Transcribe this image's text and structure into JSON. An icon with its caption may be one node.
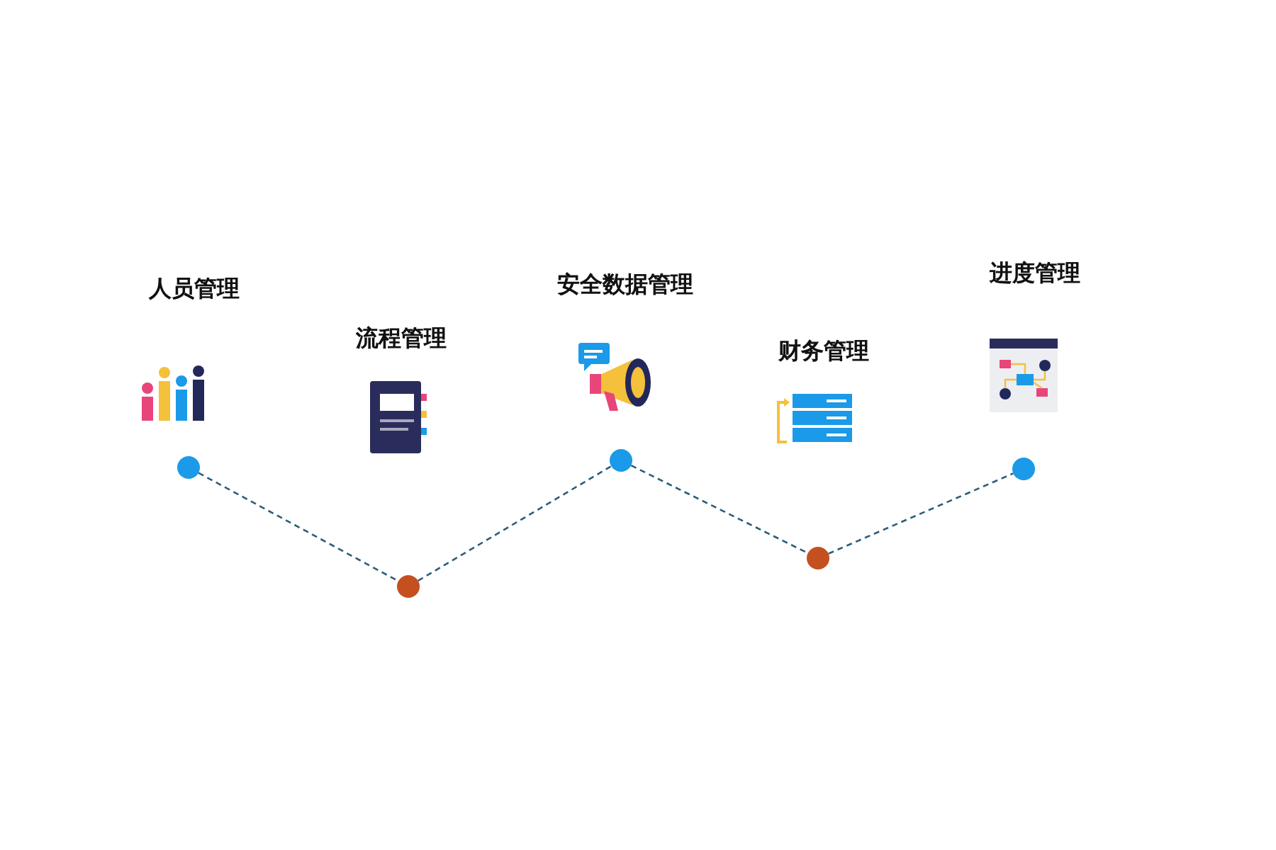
{
  "diagram": {
    "nodes": [
      {
        "text": [],
        "shape": "circle"
      },
      {
        "text": [],
        "shape": "circle"
      },
      {
        "text": [],
        "shape": "circle"
      },
      {
        "text": [],
        "shape": "circle"
      },
      {
        "text": [],
        "shape": "circle"
      }
    ],
    "edges": [
      {
        "from": 0,
        "to": 1,
        "arrow": "none",
        "style": "dashed"
      },
      {
        "from": 1,
        "to": 2,
        "arrow": "none",
        "style": "dashed"
      },
      {
        "from": 2,
        "to": 3,
        "arrow": "none",
        "style": "dashed"
      },
      {
        "from": 3,
        "to": 4,
        "arrow": "none",
        "style": "dashed"
      }
    ],
    "labels": [
      "人员管理",
      "流程管理",
      "安全数据管理",
      "财务管理",
      "进度管理"
    ]
  }
}
